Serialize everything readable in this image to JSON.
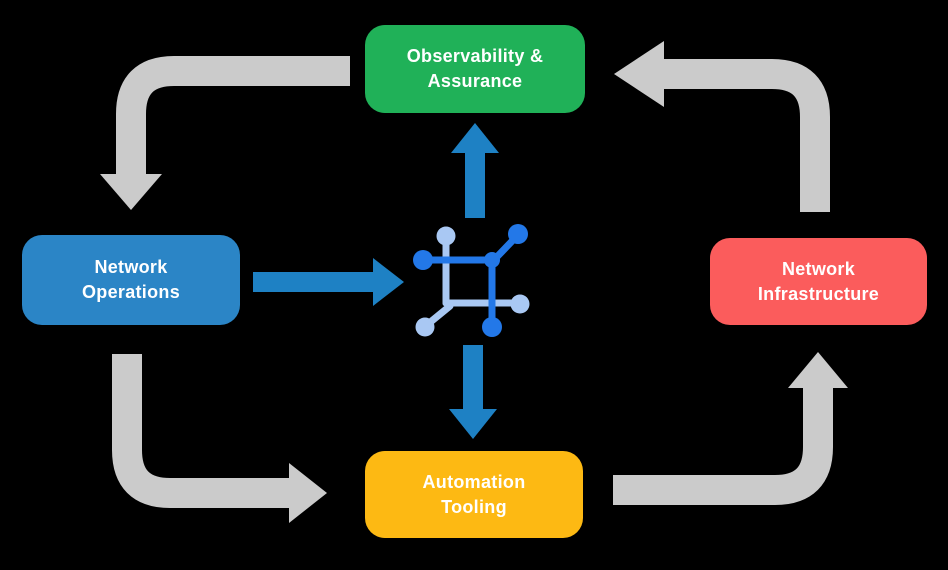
{
  "colors": {
    "background": "#000000",
    "arrow_gray": "#cbcbcb",
    "arrow_blue": "#1e81c4",
    "icon_dark_blue": "#2378e8",
    "icon_light_blue": "#a9c8f3",
    "label_text": "#ffffff"
  },
  "boxes": {
    "observability": {
      "lines": [
        "Observability &",
        "Assurance"
      ],
      "color": "#20b158"
    },
    "operations": {
      "lines": [
        "Network",
        "Operations"
      ],
      "color": "#2b85c6"
    },
    "infrastructure": {
      "lines": [
        "Network",
        "Infrastructure"
      ],
      "color": "#fb5c5c"
    },
    "automation": {
      "lines": [
        "Automation",
        "Tooling"
      ],
      "color": "#fdb913"
    }
  },
  "center_icon": {
    "name": "network-mesh-icon"
  },
  "flows": {
    "outer_cycle_gray": [
      {
        "from": "observability",
        "to": "operations"
      },
      {
        "from": "operations",
        "to": "automation"
      },
      {
        "from": "automation",
        "to": "infrastructure"
      },
      {
        "from": "infrastructure",
        "to": "observability"
      }
    ],
    "inner_blue": [
      {
        "from": "operations",
        "to": "center-icon"
      },
      {
        "from": "center-icon",
        "to": "observability"
      },
      {
        "from": "center-icon",
        "to": "automation"
      }
    ]
  }
}
